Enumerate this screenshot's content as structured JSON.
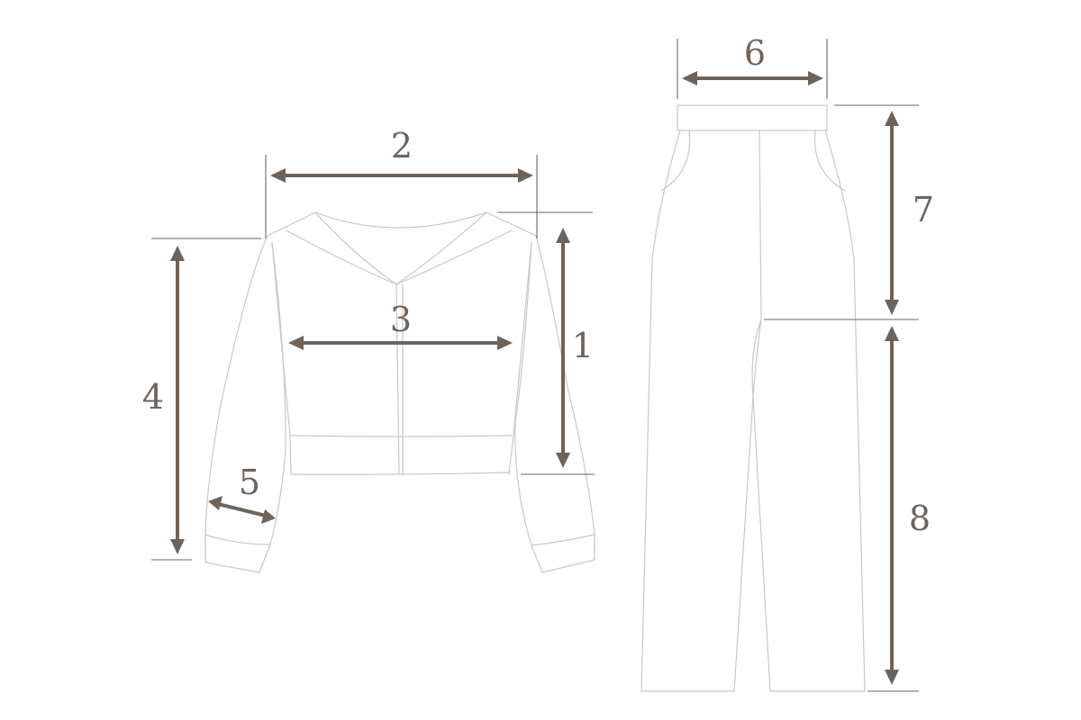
{
  "colors": {
    "outline": "#cdc6c3",
    "measure": "#6e635b",
    "background": "#ffffff"
  },
  "measurements": {
    "m1": "1",
    "m2": "2",
    "m3": "3",
    "m4": "4",
    "m5": "5",
    "m6": "6",
    "m7": "7",
    "m8": "8"
  }
}
